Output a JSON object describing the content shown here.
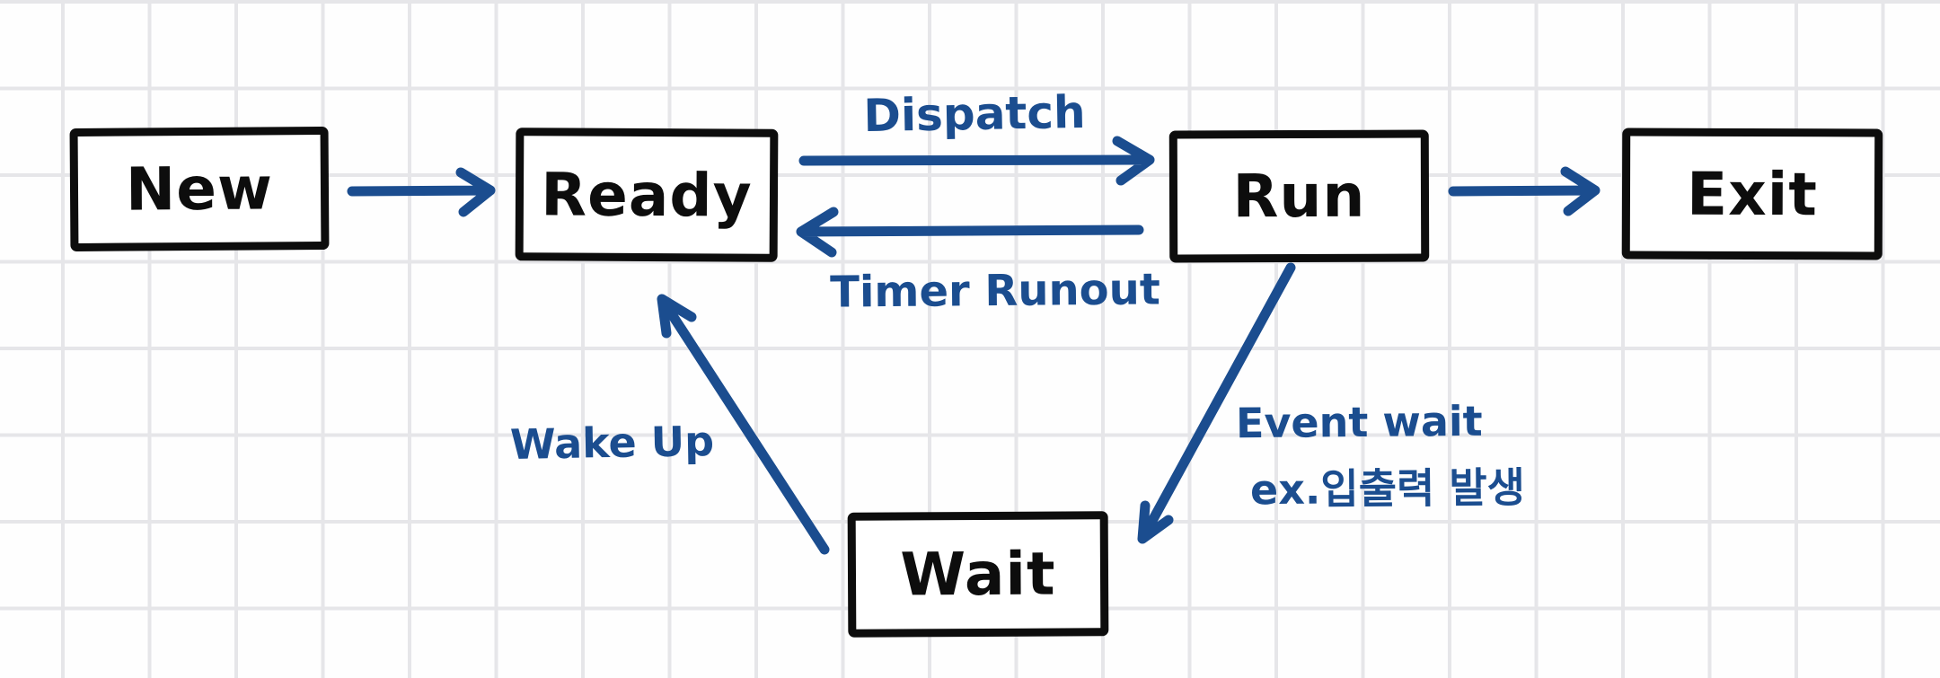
{
  "diagram": {
    "states": {
      "new": "New",
      "ready": "Ready",
      "run": "Run",
      "exit": "Exit",
      "wait": "Wait"
    },
    "transitions": {
      "new_to_ready": "",
      "dispatch": "Dispatch",
      "timer_runout": "Timer Runout",
      "run_to_exit": "",
      "wake_up": "Wake Up",
      "event_wait_line1": "Event wait",
      "event_wait_line2": "ex.입출력 발생"
    }
  },
  "colors": {
    "ink_blue": "#1b4d8f",
    "box_black": "#0d0d0d",
    "grid_line": "#e6e6e9",
    "background": "#fefefe"
  }
}
